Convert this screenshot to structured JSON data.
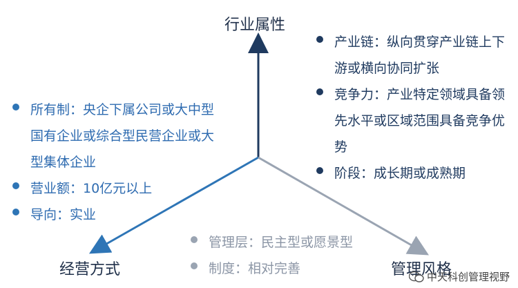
{
  "axes": {
    "top": "行业属性",
    "left": "经营方式",
    "right": "管理风格"
  },
  "right_group": [
    {
      "text": "产业链：纵向贯穿产业链上下游或横向协同扩张"
    },
    {
      "text": "竞争力：产业特定领域具备领先水平或区域范围具备竞争优势"
    },
    {
      "text": "阶段：成长期或成熟期"
    }
  ],
  "left_group": [
    {
      "text": "所有制：央企下属公司或大中型国有企业或综合型民营企业或大型集体企业"
    },
    {
      "text": "营业额：10亿元以上"
    },
    {
      "text": "导向：实业"
    }
  ],
  "bottom_group": [
    {
      "text": "管理层：民主型或愿景型"
    },
    {
      "text": "制度：相对完善"
    }
  ],
  "watermark": "中天科创管理视野",
  "colors": {
    "top_axis": "#1f3a5f",
    "left_axis": "#2e75b6",
    "right_axis": "#9aa4b2"
  }
}
